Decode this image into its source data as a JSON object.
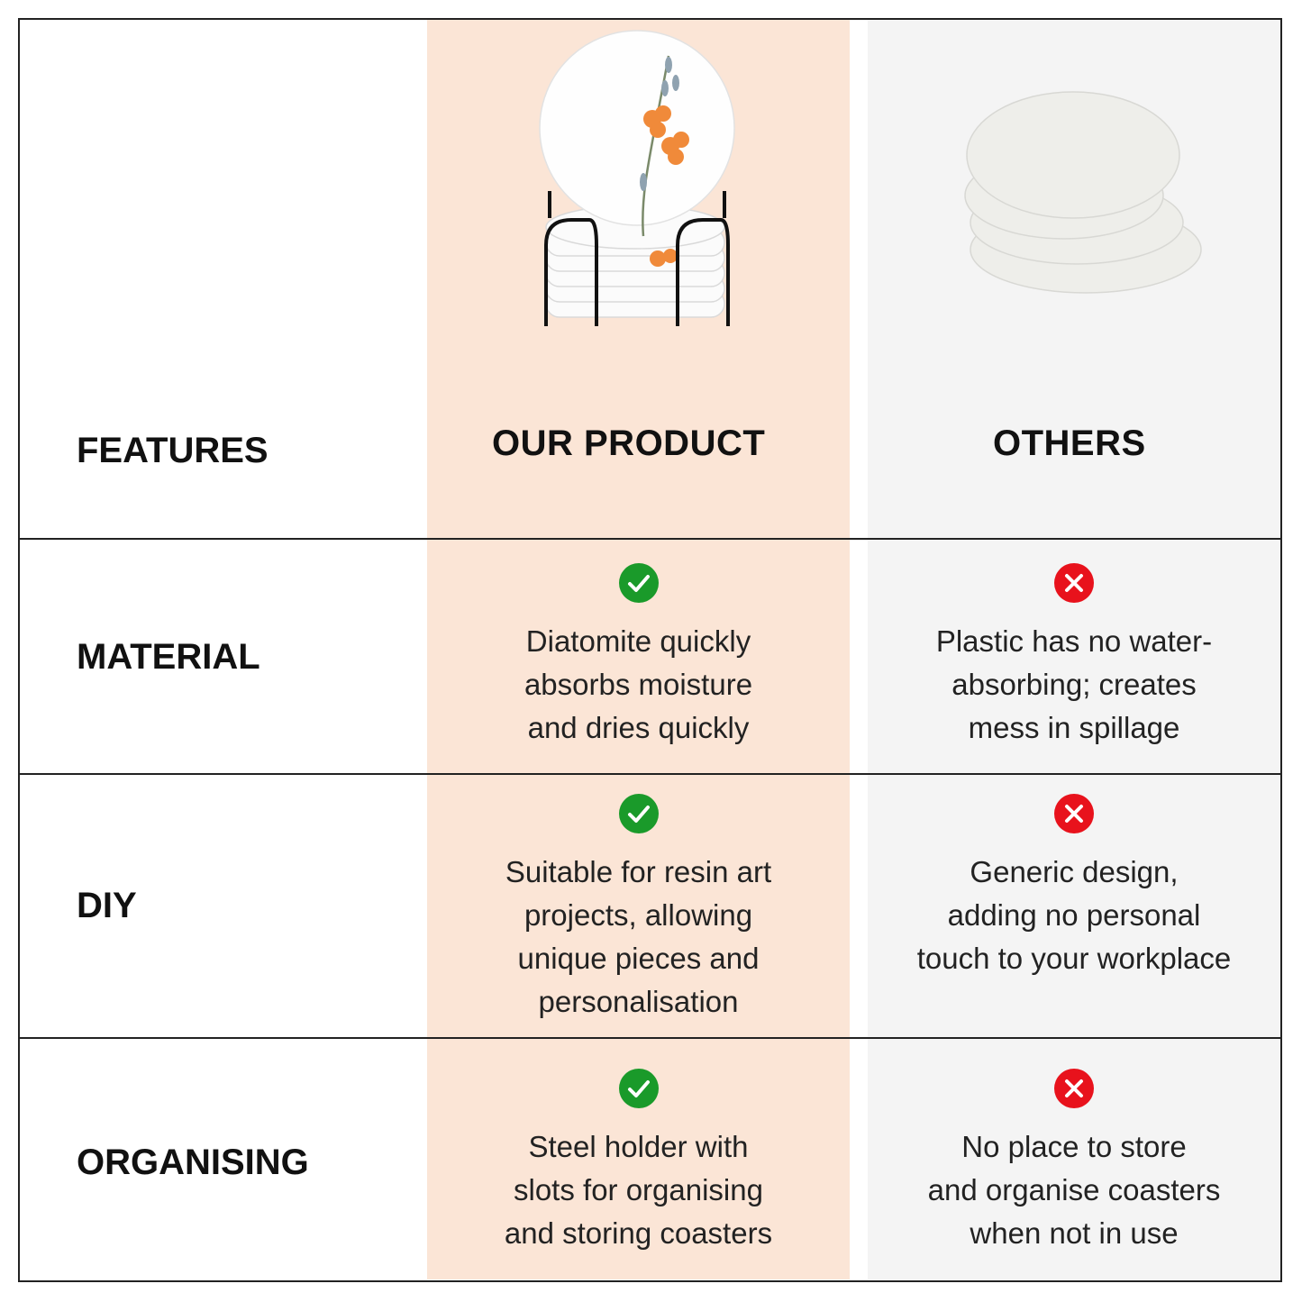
{
  "header": {
    "features": "FEATURES",
    "our_product": "OUR PRODUCT",
    "others": "OTHERS"
  },
  "colors": {
    "ours_bg": "#fbe5d6",
    "others_bg": "#f4f4f4",
    "check": "#1a9a2a",
    "cross": "#e8121c"
  },
  "images": {
    "ours": "flower-coaster-set-with-holder",
    "others": "stacked-white-stone-coasters"
  },
  "rows": [
    {
      "feature": "MATERIAL",
      "ours_icon": "check-icon",
      "ours": "Diatomite quickly\nabsorbs moisture\nand dries quickly",
      "others_icon": "cross-icon",
      "others": "Plastic has no water-\nabsorbing; creates\nmess in spillage"
    },
    {
      "feature": "DIY",
      "ours_icon": "check-icon",
      "ours": "Suitable for resin art\nprojects, allowing\nunique pieces and\npersonalisation",
      "others_icon": "cross-icon",
      "others": "Generic design,\nadding no personal\ntouch to your workplace"
    },
    {
      "feature": "ORGANISING",
      "ours_icon": "check-icon",
      "ours": "Steel holder with\nslots for organising\nand storing coasters",
      "others_icon": "cross-icon",
      "others": "No place to store\nand organise coasters\nwhen not in use"
    }
  ]
}
